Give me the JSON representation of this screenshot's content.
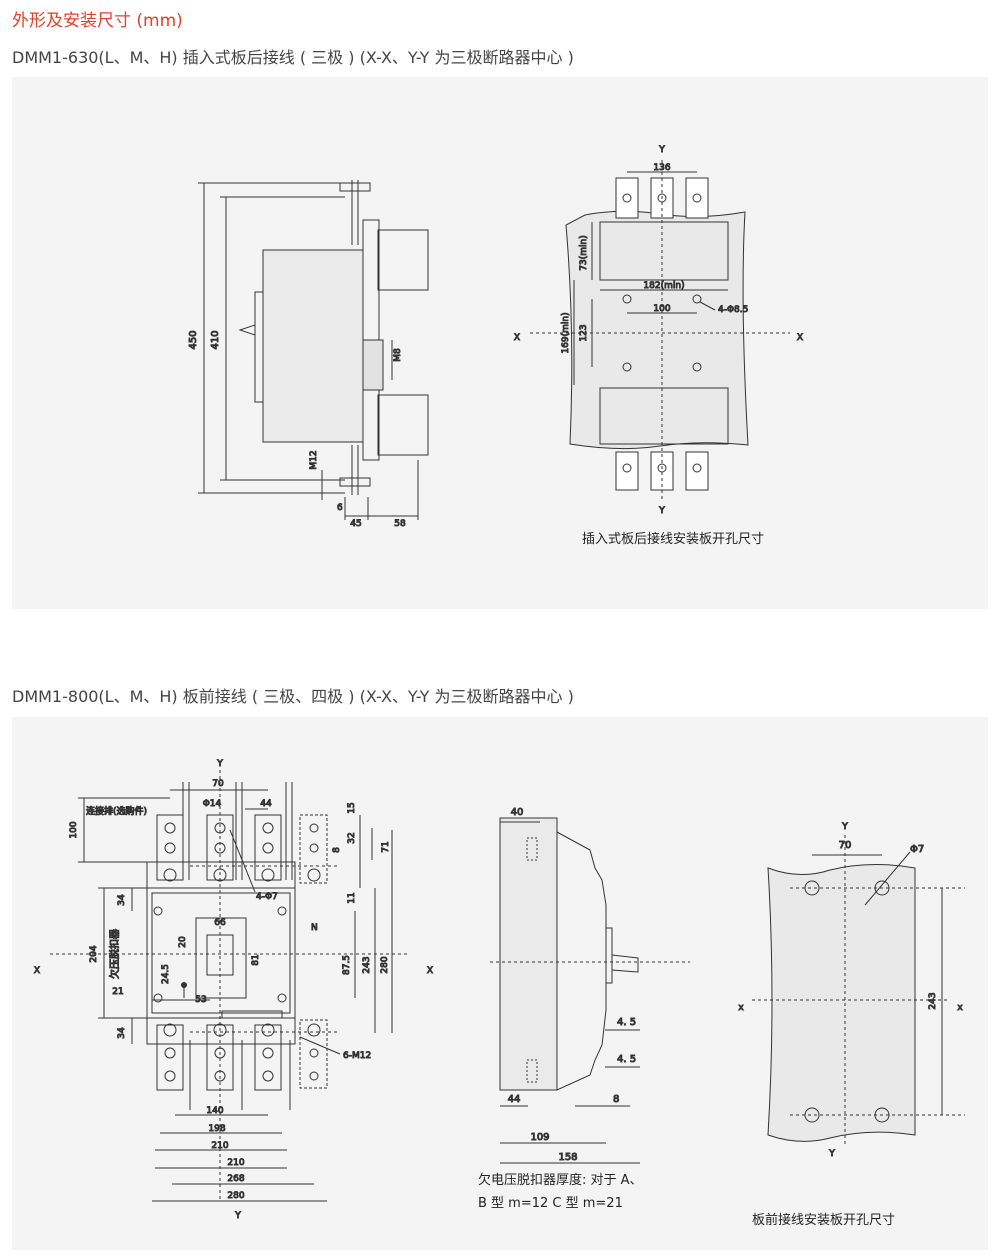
{
  "heading": "外形及安装尺寸 (mm)",
  "section1": {
    "title": "DMM1-630(L、M、H) 插入式板后接线 ( 三极 )   (X-X、Y-Y 为三极断路器中心 )",
    "side_dims": {
      "h450": "450",
      "h410": "410",
      "m12": "M12",
      "m8": "M8",
      "d6": "6",
      "d45": "45",
      "d58": "58"
    },
    "cutout_dims": {
      "y": "Y",
      "x": "X",
      "w136": "136",
      "h73": "73(min)",
      "w182": "182(min)",
      "w100": "100",
      "holes": "4-Φ8.5",
      "h169": "169(min)",
      "h123": "123"
    },
    "caption": "插入式板后接线安装板开孔尺寸"
  },
  "section2": {
    "title": "DMM1-800(L、M、H) 板前接线 ( 三极、四极 )  (X-X、Y-Y 为三极断路器中心 )",
    "front_dims": {
      "y": "Y",
      "x": "X",
      "n": "N",
      "w70": "70",
      "phi14": "Φ14",
      "w44": "44",
      "busbar": "连接排(选购件)",
      "h100": "100",
      "h15": "15",
      "h32": "32",
      "h8": "8",
      "h71": "71",
      "holes4": "4-Φ7",
      "h34a": "34",
      "h11": "11",
      "w66": "66",
      "h20": "20",
      "h204": "204",
      "uvt": "欠压脱扣器",
      "h81": "81",
      "h87": "87.5",
      "h243": "243",
      "h280": "280",
      "h245": "24.5",
      "h21": "21",
      "w53": "53",
      "h34b": "34",
      "bolts": "6-M12",
      "w140": "140",
      "w198": "198",
      "w210a": "210",
      "w210b": "210",
      "w268": "268",
      "w280": "280"
    },
    "side_dims": {
      "w40": "40",
      "d45a": "4. 5",
      "d45b": "4. 5",
      "d8": "8",
      "w44": "44",
      "w109": "109",
      "w158": "158"
    },
    "note_line1": "欠电压脱扣器厚度: 对于 A、",
    "note_line2": "B 型 m=12  C 型 m=21",
    "cutout_dims": {
      "y": "Y",
      "x": "x",
      "w70": "70",
      "phi7": "Φ7",
      "h243": "243"
    },
    "caption": "板前接线安装板开孔尺寸"
  }
}
